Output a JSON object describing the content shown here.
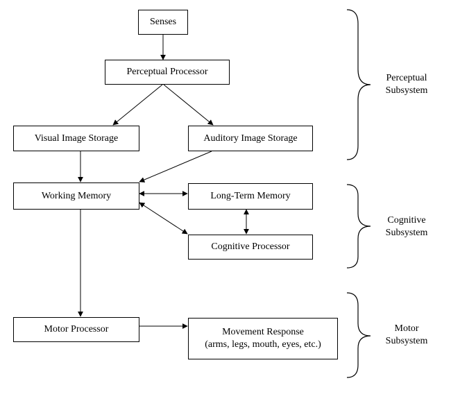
{
  "boxes": {
    "senses": "Senses",
    "perceptual_processor": "Perceptual Processor",
    "visual_image_storage": "Visual Image Storage",
    "auditory_image_storage": "Auditory Image Storage",
    "working_memory": "Working Memory",
    "long_term_memory": "Long-Term Memory",
    "cognitive_processor": "Cognitive Processor",
    "motor_processor": "Motor Processor",
    "movement_response_line1": "Movement Response",
    "movement_response_line2": "(arms, legs, mouth, eyes, etc.)"
  },
  "groups": {
    "perceptual": [
      "Perceptual",
      "Subsystem"
    ],
    "cognitive": [
      "Cognitive",
      "Subsystem"
    ],
    "motor": [
      "Motor",
      "Subsystem"
    ]
  }
}
